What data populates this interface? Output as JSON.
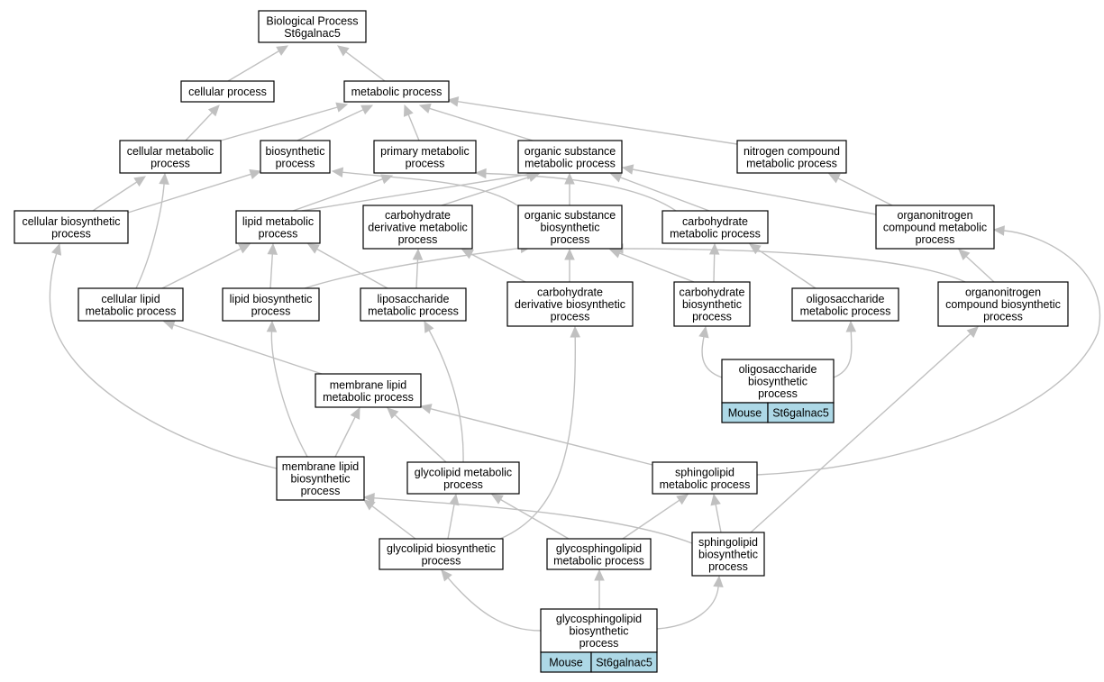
{
  "style": {
    "edge_color": "#c0c0c0",
    "tag_fill": "#add8e6",
    "node_fill": "#ffffff",
    "node_border": "#000000"
  },
  "nodes": {
    "root": [
      "Biological Process",
      "St6galnac5"
    ],
    "cellular_process": [
      "cellular process"
    ],
    "metabolic_process": [
      "metabolic process"
    ],
    "cellular_metabolic": [
      "cellular metabolic",
      "process"
    ],
    "biosynthetic": [
      "biosynthetic",
      "process"
    ],
    "primary_metabolic": [
      "primary metabolic",
      "process"
    ],
    "organic_substance_metabolic": [
      "organic substance",
      "metabolic process"
    ],
    "nitrogen_compound_metabolic": [
      "nitrogen compound",
      "metabolic process"
    ],
    "cellular_biosynthetic": [
      "cellular biosynthetic",
      "process"
    ],
    "lipid_metabolic": [
      "lipid metabolic",
      "process"
    ],
    "carbohydrate_derivative_metabolic": [
      "carbohydrate",
      "derivative metabolic",
      "process"
    ],
    "organic_substance_biosynthetic": [
      "organic substance",
      "biosynthetic",
      "process"
    ],
    "carbohydrate_metabolic": [
      "carbohydrate",
      "metabolic process"
    ],
    "organonitrogen_compound_metabolic": [
      "organonitrogen",
      "compound metabolic",
      "process"
    ],
    "cellular_lipid_metabolic": [
      "cellular lipid",
      "metabolic process"
    ],
    "lipid_biosynthetic": [
      "lipid biosynthetic",
      "process"
    ],
    "liposaccharide_metabolic": [
      "liposaccharide",
      "metabolic process"
    ],
    "carbohydrate_derivative_biosynthetic": [
      "carbohydrate",
      "derivative biosynthetic",
      "process"
    ],
    "carbohydrate_biosynthetic": [
      "carbohydrate",
      "biosynthetic",
      "process"
    ],
    "oligosaccharide_metabolic": [
      "oligosaccharide",
      "metabolic process"
    ],
    "organonitrogen_compound_biosynthetic": [
      "organonitrogen",
      "compound biosynthetic",
      "process"
    ],
    "oligosaccharide_biosynthetic": [
      "oligosaccharide",
      "biosynthetic",
      "process"
    ],
    "membrane_lipid_metabolic": [
      "membrane lipid",
      "metabolic process"
    ],
    "membrane_lipid_biosynthetic": [
      "membrane lipid",
      "biosynthetic",
      "process"
    ],
    "glycolipid_metabolic": [
      "glycolipid metabolic",
      "process"
    ],
    "sphingolipid_metabolic": [
      "sphingolipid",
      "metabolic process"
    ],
    "glycolipid_biosynthetic": [
      "glycolipid biosynthetic",
      "process"
    ],
    "glycosphingolipid_metabolic": [
      "glycosphingolipid",
      "metabolic process"
    ],
    "sphingolipid_biosynthetic": [
      "sphingolipid",
      "biosynthetic",
      "process"
    ],
    "glycosphingolipid_biosynthetic": [
      "glycosphingolipid",
      "biosynthetic",
      "process"
    ]
  },
  "tags": {
    "oligosaccharide_biosynthetic": [
      "Mouse",
      "St6galnac5"
    ],
    "glycosphingolipid_biosynthetic": [
      "Mouse",
      "St6galnac5"
    ]
  },
  "edges": [
    [
      "cellular_process",
      "root"
    ],
    [
      "metabolic_process",
      "root"
    ],
    [
      "cellular_metabolic",
      "cellular_process"
    ],
    [
      "cellular_metabolic",
      "metabolic_process"
    ],
    [
      "biosynthetic",
      "metabolic_process"
    ],
    [
      "primary_metabolic",
      "metabolic_process"
    ],
    [
      "organic_substance_metabolic",
      "metabolic_process"
    ],
    [
      "nitrogen_compound_metabolic",
      "metabolic_process"
    ],
    [
      "cellular_biosynthetic",
      "cellular_metabolic"
    ],
    [
      "cellular_biosynthetic",
      "biosynthetic"
    ],
    [
      "lipid_metabolic",
      "primary_metabolic"
    ],
    [
      "lipid_metabolic",
      "organic_substance_metabolic"
    ],
    [
      "carbohydrate_derivative_metabolic",
      "organic_substance_metabolic"
    ],
    [
      "organic_substance_biosynthetic",
      "biosynthetic"
    ],
    [
      "organic_substance_biosynthetic",
      "organic_substance_metabolic"
    ],
    [
      "carbohydrate_metabolic",
      "primary_metabolic"
    ],
    [
      "carbohydrate_metabolic",
      "organic_substance_metabolic"
    ],
    [
      "organonitrogen_compound_metabolic",
      "organic_substance_metabolic"
    ],
    [
      "organonitrogen_compound_metabolic",
      "nitrogen_compound_metabolic"
    ],
    [
      "cellular_lipid_metabolic",
      "cellular_metabolic"
    ],
    [
      "cellular_lipid_metabolic",
      "lipid_metabolic"
    ],
    [
      "lipid_biosynthetic",
      "lipid_metabolic"
    ],
    [
      "lipid_biosynthetic",
      "organic_substance_biosynthetic"
    ],
    [
      "liposaccharide_metabolic",
      "lipid_metabolic"
    ],
    [
      "liposaccharide_metabolic",
      "carbohydrate_derivative_metabolic"
    ],
    [
      "carbohydrate_derivative_biosynthetic",
      "carbohydrate_derivative_metabolic"
    ],
    [
      "carbohydrate_derivative_biosynthetic",
      "organic_substance_biosynthetic"
    ],
    [
      "carbohydrate_biosynthetic",
      "organic_substance_biosynthetic"
    ],
    [
      "carbohydrate_biosynthetic",
      "carbohydrate_metabolic"
    ],
    [
      "oligosaccharide_metabolic",
      "carbohydrate_metabolic"
    ],
    [
      "organonitrogen_compound_biosynthetic",
      "organic_substance_biosynthetic"
    ],
    [
      "organonitrogen_compound_biosynthetic",
      "organonitrogen_compound_metabolic"
    ],
    [
      "oligosaccharide_biosynthetic",
      "carbohydrate_biosynthetic"
    ],
    [
      "oligosaccharide_biosynthetic",
      "oligosaccharide_metabolic"
    ],
    [
      "membrane_lipid_metabolic",
      "cellular_lipid_metabolic"
    ],
    [
      "membrane_lipid_biosynthetic",
      "cellular_biosynthetic"
    ],
    [
      "membrane_lipid_biosynthetic",
      "lipid_biosynthetic"
    ],
    [
      "membrane_lipid_biosynthetic",
      "membrane_lipid_metabolic"
    ],
    [
      "glycolipid_metabolic",
      "liposaccharide_metabolic"
    ],
    [
      "glycolipid_metabolic",
      "membrane_lipid_metabolic"
    ],
    [
      "sphingolipid_metabolic",
      "membrane_lipid_metabolic"
    ],
    [
      "sphingolipid_metabolic",
      "organonitrogen_compound_metabolic"
    ],
    [
      "glycolipid_biosynthetic",
      "membrane_lipid_biosynthetic"
    ],
    [
      "glycolipid_biosynthetic",
      "glycolipid_metabolic"
    ],
    [
      "glycolipid_biosynthetic",
      "carbohydrate_derivative_biosynthetic"
    ],
    [
      "glycosphingolipid_metabolic",
      "glycolipid_metabolic"
    ],
    [
      "glycosphingolipid_metabolic",
      "sphingolipid_metabolic"
    ],
    [
      "sphingolipid_biosynthetic",
      "membrane_lipid_biosynthetic"
    ],
    [
      "sphingolipid_biosynthetic",
      "sphingolipid_metabolic"
    ],
    [
      "sphingolipid_biosynthetic",
      "organonitrogen_compound_biosynthetic"
    ],
    [
      "glycosphingolipid_biosynthetic",
      "glycolipid_biosynthetic"
    ],
    [
      "glycosphingolipid_biosynthetic",
      "glycosphingolipid_metabolic"
    ],
    [
      "glycosphingolipid_biosynthetic",
      "sphingolipid_biosynthetic"
    ]
  ]
}
